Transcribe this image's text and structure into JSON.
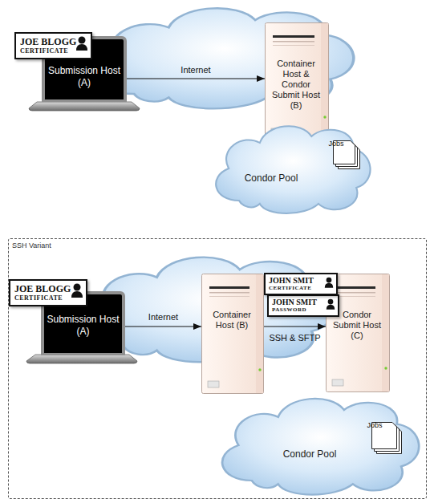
{
  "diagram": {
    "nodes": [
      {
        "text": [
          "JOE BLOGG",
          "CERTIFICATE"
        ]
      },
      {
        "text": [
          "Submission Host (A)"
        ]
      },
      {
        "text": [
          "Container Host & Condor Submit Host (B)"
        ]
      },
      {
        "text": [
          "Condor Pool"
        ]
      },
      {
        "text": [
          "Jobs"
        ],
        "in": 3
      },
      {
        "text": [
          "SSH Variant"
        ]
      },
      {
        "text": [
          "JOE BLOGG",
          "CERTIFICATE"
        ],
        "in": 5
      },
      {
        "text": [
          "Submission Host (A)"
        ],
        "in": 5
      },
      {
        "text": [
          "Container Host (B)"
        ],
        "in": 5
      },
      {
        "text": [
          "JOHN SMIT",
          "CERTIFICATE"
        ],
        "in": 5
      },
      {
        "text": [
          "JOHN SMIT",
          "PASSWORD"
        ],
        "in": 5
      },
      {
        "text": [
          "Condor Submit Host (C)"
        ],
        "in": 5
      },
      {
        "text": [
          "Condor Pool"
        ],
        "in": 5
      },
      {
        "text": [
          "Jobs"
        ],
        "in": 12
      }
    ],
    "edges": [
      {
        "from": 1,
        "to": 2,
        "label": "Internet",
        "arrow": "to"
      },
      {
        "from": 7,
        "to": 8,
        "label": "Internet",
        "arrow": "to"
      },
      {
        "from": 8,
        "to": 11,
        "label": "SSH & SFTP",
        "arrow": "to"
      }
    ]
  }
}
